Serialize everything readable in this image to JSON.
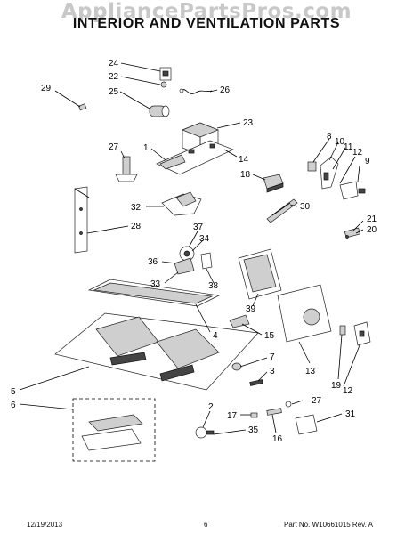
{
  "watermark": "AppliancePartsPros.com",
  "title": "INTERIOR AND VENTILATION PARTS",
  "footer": {
    "date": "12/19/2013",
    "page": "6",
    "doc": "Part No. W10661015  Rev. A"
  },
  "callouts": [
    "24",
    "22",
    "25",
    "29",
    "26",
    "23",
    "1",
    "27",
    "14",
    "18",
    "8",
    "10",
    "11",
    "12",
    "9",
    "32",
    "28",
    "30",
    "21",
    "20",
    "37",
    "34",
    "36",
    "33",
    "38",
    "39",
    "4",
    "15",
    "13",
    "5",
    "6",
    "7",
    "3",
    "19",
    "12",
    "27",
    "2",
    "17",
    "16",
    "31",
    "35"
  ]
}
